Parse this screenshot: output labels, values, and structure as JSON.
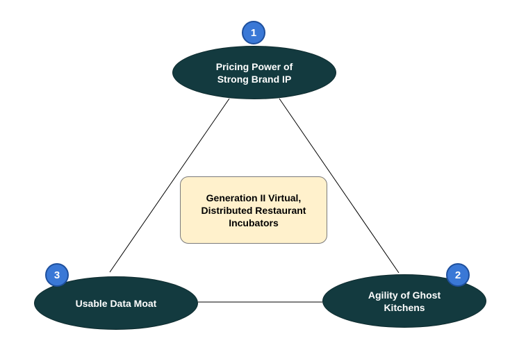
{
  "diagram": {
    "center": {
      "label": "Generation II Virtual,\nDistributed Restaurant\nIncubators"
    },
    "nodes": [
      {
        "id": "top",
        "number": "1",
        "label": "Pricing Power of\nStrong Brand IP"
      },
      {
        "id": "right",
        "number": "2",
        "label": "Agility of Ghost\nKitchens"
      },
      {
        "id": "left",
        "number": "3",
        "label": "Usable Data Moat"
      }
    ],
    "colors": {
      "node_fill": "#133a3f",
      "badge_fill": "#3a78d6",
      "center_fill": "#fff1cc",
      "connector": "#000000"
    }
  }
}
